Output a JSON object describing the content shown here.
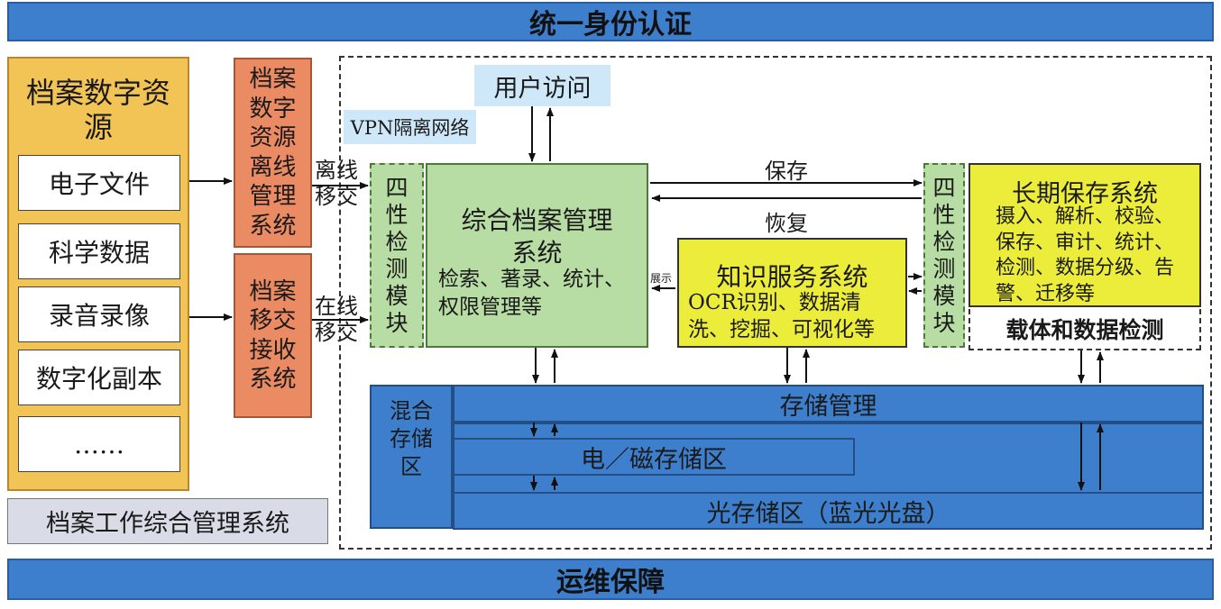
{
  "top_banner": "统一身份认证",
  "bottom_banner": "运维保障",
  "source_panel": {
    "title": "档案数字资源",
    "items": [
      "电子文件",
      "科学数据",
      "录音录像",
      "数字化副本",
      "……"
    ]
  },
  "archive_mgmt_system": "档案工作综合管理系统",
  "offline_system": "档案数字资源离线管理系统",
  "transfer_system": "档案移交接收系统",
  "offline_transfer": "离线移交",
  "online_transfer": "在线移交",
  "user_access": "用户访问",
  "vpn": "VPN隔离网络",
  "check_module_left": "四性检测模块",
  "check_module_right": "四性检测模块",
  "integrated_system": {
    "title": "综合档案管理系统",
    "desc": "检索、著录、统计、权限管理等"
  },
  "save_label": "保存",
  "restore_label": "恢复",
  "display_label": "展示",
  "knowledge_system": {
    "title": "知识服务系统",
    "desc": "OCR识别、数据清洗、挖掘、可视化等"
  },
  "long_term_system": {
    "title": "长期保存系统",
    "desc": "摄入、解析、校验、保存、审计、统计、检测、数据分级、告警、迁移等"
  },
  "carrier_check": "载体和数据检测",
  "hybrid_storage": "混合存储区",
  "storage_mgmt": "存储管理",
  "electromagnetic_storage": "电／磁存储区",
  "optical_storage": "光存储区（蓝光光盘）",
  "colors": {
    "banner_blue": "#3d7fcc",
    "source_yellow": "#f2c455",
    "orange": "#eb8b64",
    "green": "#b8dda4",
    "yellow": "#ecec3a",
    "light_blue": "#cfe8f9",
    "gray": "#d9dbe6"
  }
}
